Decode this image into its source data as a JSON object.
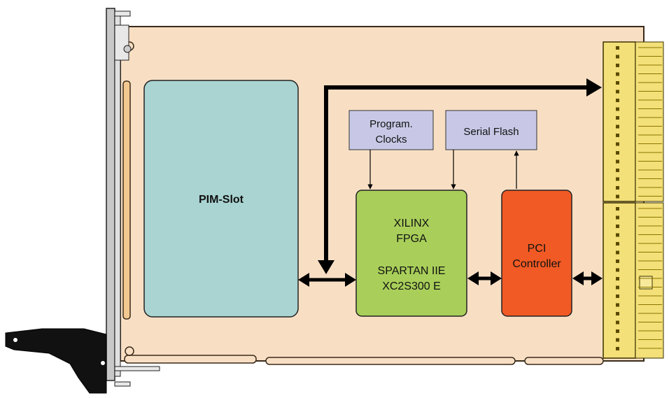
{
  "blocks": {
    "pim_slot": {
      "label": "PIM-Slot"
    },
    "clocks": {
      "label_line1": "Program.",
      "label_line2": "Clocks"
    },
    "flash": {
      "label": "Serial Flash"
    },
    "fpga": {
      "line1": "XILINX",
      "line2": "FPGA",
      "line3": "SPARTAN IIE",
      "line4": "XC2S300 E"
    },
    "pci": {
      "line1": "PCI",
      "line2": "Controller"
    }
  },
  "colors": {
    "board": "#f8dfc4",
    "board_border": "#3a2a1a",
    "pim_slot": "#a9d4d2",
    "program_blocks": "#c8c8e6",
    "fpga": "#a9cf5a",
    "pci": "#f15a24",
    "connector": "#f3e078",
    "front_panel": "#c8c8c8"
  }
}
